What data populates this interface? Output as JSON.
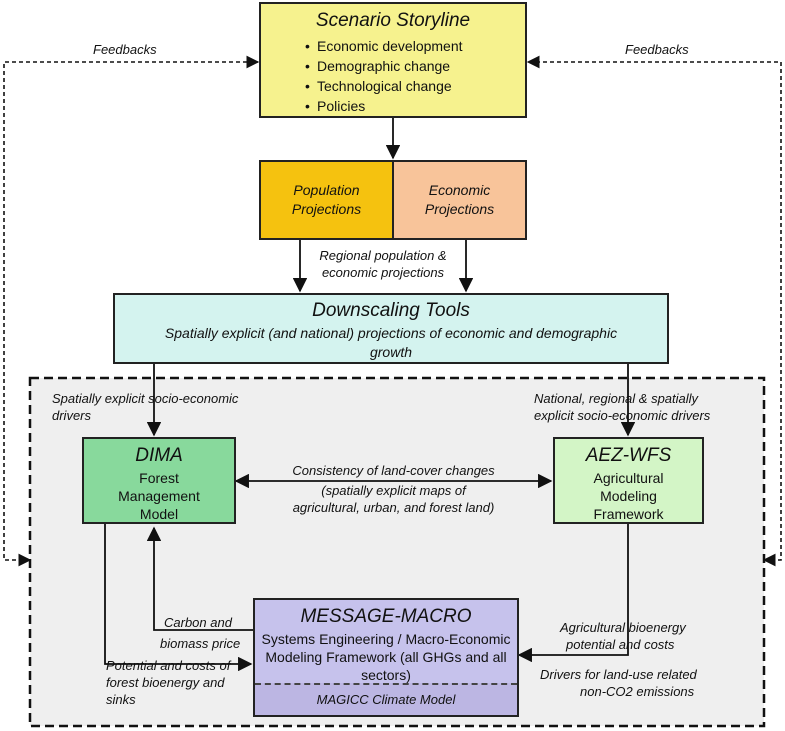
{
  "storyline": {
    "title": "Scenario Storyline",
    "bullets": [
      "Economic development",
      "Demographic change",
      "Technological change",
      "Policies"
    ]
  },
  "feedbacks_left": "Feedbacks",
  "feedbacks_right": "Feedbacks",
  "population": {
    "line1": "Population",
    "line2": "Projections"
  },
  "economic": {
    "line1": "Economic",
    "line2": "Projections"
  },
  "regional_label": {
    "line1": "Regional population &",
    "line2": "economic projections"
  },
  "downscaling": {
    "title": "Downscaling Tools",
    "line1": "Spatially explicit (and national) projections of economic and demographic",
    "line2": "growth"
  },
  "left_drivers": {
    "line1": "Spatially explicit socio-economic",
    "line2": "drivers"
  },
  "right_drivers": {
    "line1": "National, regional & spatially",
    "line2": "explicit socio-economic drivers"
  },
  "dima": {
    "title": "DIMA",
    "line1": "Forest",
    "line2": "Management",
    "line3": "Model"
  },
  "aez": {
    "title": "AEZ-WFS",
    "line1": "Agricultural",
    "line2": "Modeling",
    "line3": "Framework"
  },
  "consistency": {
    "line1": "Consistency of land-cover changes",
    "line2": "(spatially explicit maps of",
    "line3": "agricultural, urban, and forest land)"
  },
  "message": {
    "title": "MESSAGE-MACRO",
    "line1": "Systems Engineering / Macro-Economic",
    "line2": "Modeling Framework (all GHGs and all",
    "line3": "sectors)",
    "magicc": "MAGICC Climate Model"
  },
  "carbon": {
    "line1": "Carbon and",
    "line2": "biomass price"
  },
  "forest_bio": {
    "line1": "Potential and costs of",
    "line2": "forest bioenergy and",
    "line3": "sinks"
  },
  "agri_bio": {
    "line1": "Agricultural bioenergy",
    "line2": "potential and costs"
  },
  "drivers_landuse": {
    "line1": "Drivers for land-use related",
    "line2": "non-CO2 emissions"
  },
  "colors": {
    "storyline": "#f6f28e",
    "population": "#f5c20f",
    "economic": "#f8c49a",
    "downscaling": "#d4f3ef",
    "dima": "#88d99c",
    "aez": "#d3f5c6",
    "message": "#c6c2ec",
    "region": "#efefef"
  }
}
